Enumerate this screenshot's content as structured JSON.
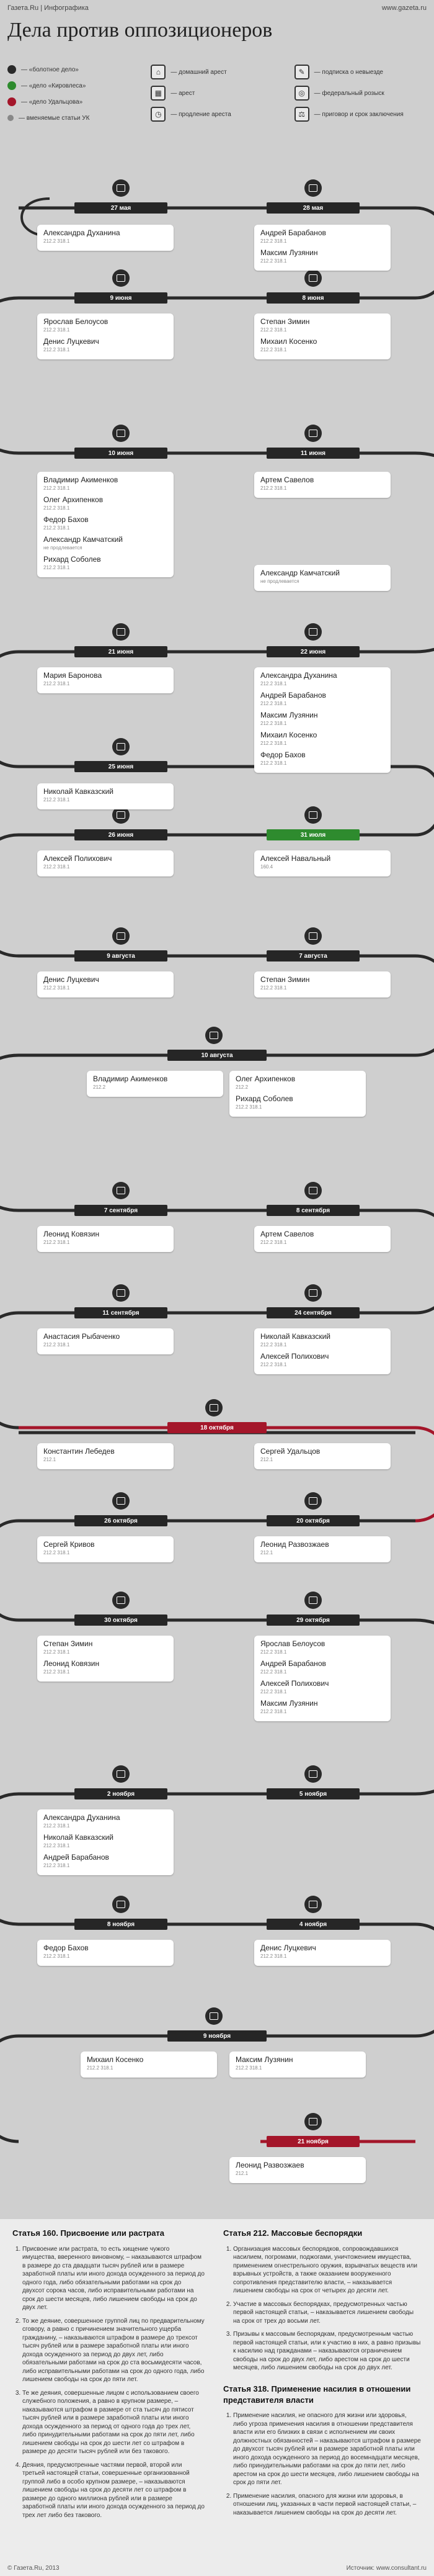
{
  "header": {
    "brand": "Газета.Ru | Инфографика",
    "site": "www.gazeta.ru",
    "title": "Дела против оппозиционеров"
  },
  "legend": {
    "status": [
      {
        "label": "— «болотное дело»",
        "color": "#2a2a2a"
      },
      {
        "label": "— «дело «Кировлеса»",
        "color": "#2e8b2e"
      },
      {
        "label": "— «дело Удальцова»",
        "color": "#a4162a"
      },
      {
        "label": "— вменяемые статьи УК",
        "color": "#888888"
      }
    ],
    "events": [
      {
        "label": "— домашний арест",
        "icon": "house-icon"
      },
      {
        "label": "— арест",
        "icon": "lock-icon"
      },
      {
        "label": "— продление ареста",
        "icon": "lock-clock-icon"
      }
    ],
    "measures": [
      {
        "label": "— подписка о невыезде",
        "icon": "document-icon"
      },
      {
        "label": "— федеральный розыск",
        "icon": "target-icon"
      },
      {
        "label": "— приговор и срок заключения",
        "icon": "gavel-icon"
      }
    ]
  },
  "colors": {
    "black": "#2a2a2a",
    "green": "#2e8b2e",
    "red": "#a4162a"
  },
  "dates": [
    {
      "label": "27 мая",
      "color": "black"
    },
    {
      "label": "28 мая",
      "color": "black"
    },
    {
      "label": "9 июня",
      "color": "black"
    },
    {
      "label": "8 июня",
      "color": "black"
    },
    {
      "label": "10 июня",
      "color": "black"
    },
    {
      "label": "11 июня",
      "color": "black"
    },
    {
      "label": "21 июня",
      "color": "black"
    },
    {
      "label": "22 июня",
      "color": "black"
    },
    {
      "label": "25 июня",
      "color": "black"
    },
    {
      "label": "26 июня",
      "color": "black"
    },
    {
      "label": "31 июля",
      "color": "green"
    },
    {
      "label": "9 августа",
      "color": "black"
    },
    {
      "label": "7 августа",
      "color": "black"
    },
    {
      "label": "10 августа",
      "color": "black"
    },
    {
      "label": "7 сентября",
      "color": "black"
    },
    {
      "label": "8 сентября",
      "color": "black"
    },
    {
      "label": "11 сентября",
      "color": "black"
    },
    {
      "label": "24 сентября",
      "color": "black"
    },
    {
      "label": "18 октября",
      "color": "red"
    },
    {
      "label": "26 октября",
      "color": "black"
    },
    {
      "label": "20 октября",
      "color": "black"
    },
    {
      "label": "30 октября",
      "color": "black"
    },
    {
      "label": "29 октября",
      "color": "black"
    },
    {
      "label": "2 ноября",
      "color": "black"
    },
    {
      "label": "5 ноября",
      "color": "black"
    },
    {
      "label": "8 ноября",
      "color": "black"
    },
    {
      "label": "4 ноября",
      "color": "black"
    },
    {
      "label": "9 ноября",
      "color": "black"
    },
    {
      "label": "21 ноября",
      "color": "red"
    }
  ],
  "cards": [
    {
      "people": [
        {
          "name": "Александра Духанина",
          "meta": "212.2   318.1"
        }
      ]
    },
    {
      "people": [
        {
          "name": "Андрей Барабанов",
          "meta": "212.2   318.1"
        },
        {
          "name": "Максим Лузянин",
          "meta": "212.2   318.1"
        }
      ]
    },
    {
      "people": [
        {
          "name": "Ярослав Белоусов",
          "meta": "212.2   318.1"
        },
        {
          "name": "Денис Луцкевич",
          "meta": "212.2   318.1"
        }
      ]
    },
    {
      "people": [
        {
          "name": "Степан Зимин",
          "meta": "212.2   318.1"
        },
        {
          "name": "Михаил Косенко",
          "meta": "212.2   318.1"
        }
      ]
    },
    {
      "people": [
        {
          "name": "Владимир Акименков",
          "meta": "212.2   318.1"
        },
        {
          "name": "Олег Архипенков",
          "meta": "212.2   318.1"
        },
        {
          "name": "Федор Бахов",
          "meta": "212.2   318.1"
        },
        {
          "name": "Александр Камчатский",
          "meta": "не продлевается"
        },
        {
          "name": "Рихард Соболев",
          "meta": "212.2   318.1"
        }
      ]
    },
    {
      "people": [
        {
          "name": "Артем Савелов",
          "meta": "212.2   318.1"
        }
      ]
    },
    {
      "people": [
        {
          "name": "Александр Камчатский",
          "meta": "не продлевается"
        }
      ]
    },
    {
      "people": [
        {
          "name": "Мария Баронова",
          "meta": "212.2   318.1"
        }
      ]
    },
    {
      "people": [
        {
          "name": "Александра Духанина",
          "meta": "212.2   318.1"
        },
        {
          "name": "Андрей Барабанов",
          "meta": "212.2   318.1"
        },
        {
          "name": "Максим Лузянин",
          "meta": "212.2   318.1"
        },
        {
          "name": "Михаил Косенко",
          "meta": "212.2   318.1"
        },
        {
          "name": "Федор Бахов",
          "meta": "212.2   318.1"
        }
      ]
    },
    {
      "people": [
        {
          "name": "Николай Кавказский",
          "meta": "212.2   318.1"
        }
      ]
    },
    {
      "people": [
        {
          "name": "Алексей Полихович",
          "meta": "212.2   318.1"
        }
      ]
    },
    {
      "people": [
        {
          "name": "Алексей Навальный",
          "meta": "160.4"
        }
      ]
    },
    {
      "people": [
        {
          "name": "Денис Луцкевич",
          "meta": "212.2   318.1"
        }
      ]
    },
    {
      "people": [
        {
          "name": "Степан Зимин",
          "meta": "212.2   318.1"
        }
      ]
    },
    {
      "people": [
        {
          "name": "Владимир Акименков",
          "meta": "212.2"
        }
      ]
    },
    {
      "people": [
        {
          "name": "Олег Архипенков",
          "meta": "212.2"
        },
        {
          "name": "Рихард Соболев",
          "meta": "212.2   318.1"
        }
      ]
    },
    {
      "people": [
        {
          "name": "Леонид Ковязин",
          "meta": "212.2   318.1"
        }
      ]
    },
    {
      "people": [
        {
          "name": "Артем Савелов",
          "meta": "212.2   318.1"
        }
      ]
    },
    {
      "people": [
        {
          "name": "Анастасия Рыбаченко",
          "meta": "212.2   318.1"
        }
      ]
    },
    {
      "people": [
        {
          "name": "Николай Кавказский",
          "meta": "212.2   318.1"
        },
        {
          "name": "Алексей Полихович",
          "meta": "212.2   318.1"
        }
      ]
    },
    {
      "people": [
        {
          "name": "Константин Лебедев",
          "meta": "212.1"
        }
      ]
    },
    {
      "people": [
        {
          "name": "Сергей Удальцов",
          "meta": "212.1"
        }
      ]
    },
    {
      "people": [
        {
          "name": "Сергей Кривов",
          "meta": "212.2   318.1"
        }
      ]
    },
    {
      "people": [
        {
          "name": "Леонид Развозжаев",
          "meta": "212.1"
        }
      ]
    },
    {
      "people": [
        {
          "name": "Степан Зимин",
          "meta": "212.2   318.1"
        },
        {
          "name": "Леонид Ковязин",
          "meta": "212.2   318.1"
        }
      ]
    },
    {
      "people": [
        {
          "name": "Ярослав Белоусов",
          "meta": "212.2   318.1"
        },
        {
          "name": "Андрей Барабанов",
          "meta": "212.2   318.1"
        },
        {
          "name": "Алексей Полихович",
          "meta": "212.2   318.1"
        },
        {
          "name": "Максим Лузянин",
          "meta": "212.2   318.1"
        }
      ]
    },
    {
      "people": [
        {
          "name": "Александра Духанина",
          "meta": "212.2   318.1"
        },
        {
          "name": "Николай Кавказский",
          "meta": "212.2   318.1"
        },
        {
          "name": "Андрей Барабанов",
          "meta": "212.2   318.1"
        }
      ]
    },
    {
      "people": [
        {
          "name": "Федор Бахов",
          "meta": "212.2   318.1"
        }
      ]
    },
    {
      "people": [
        {
          "name": "Денис Луцкевич",
          "meta": "212.2   318.1"
        }
      ]
    },
    {
      "people": [
        {
          "name": "Михаил Косенко",
          "meta": "212.2   318.1"
        }
      ]
    },
    {
      "people": [
        {
          "name": "Максим Лузянин",
          "meta": "212.2   318.1"
        }
      ]
    },
    {
      "people": [
        {
          "name": "Леонид Развозжаев",
          "meta": "212.1"
        }
      ]
    }
  ],
  "articles": {
    "a160": {
      "title": "Статья 160. Присвоение или растрата",
      "items": [
        "Присвоение или растрата, то есть хищение чужого имущества, вверенного виновному, – наказываются штрафом в размере до ста двадцати тысяч рублей или в размере заработной платы или иного дохода осужденного за период до одного года, либо обязательными работами на срок до двухсот сорока часов, либо исправительными работами на срок до шести месяцев, либо лишением свободы на срок до двух лет.",
        "То же деяние, совершенное группой лиц по предварительному сговору, а равно с причинением значительного ущерба гражданину, – наказываются штрафом в размере до трехсот тысяч рублей или в размере заработной платы или иного дохода осужденного за период до двух лет, либо обязательными работами на срок до ста восьмидесяти часов, либо исправительными работами на срок до одного года, либо лишением свободы на срок до пяти лет.",
        "Те же деяния, совершенные лицом с использованием своего служебного положения, а равно в крупном размере, – наказываются штрафом в размере от ста тысяч до пятисот тысяч рублей или в размере заработной платы или иного дохода осужденного за период от одного года до трех лет, либо принудительными работами на срок до пяти лет, либо лишением свободы на срок до шести лет со штрафом в размере до десяти тысяч рублей или без такового.",
        "Деяния, предусмотренные частями первой, второй или третьей настоящей статьи, совершенные организованной группой либо в особо крупном размере, – наказываются лишением свободы на срок до десяти лет со штрафом в размере до одного миллиона рублей или в размере заработной платы или иного дохода осужденного за период до трех лет либо без такового."
      ]
    },
    "a212": {
      "title": "Статья 212. Массовые беспорядки",
      "items": [
        "Организация массовых беспорядков, сопровождавшихся насилием, погромами, поджогами, уничтожением имущества, применением огнестрельного оружия, взрывчатых веществ или взрывных устройств, а также оказанием вооруженного сопротивления представителю власти, – наказывается лишением свободы на срок от четырех до десяти лет.",
        "Участие в массовых беспорядках, предусмотренных частью первой настоящей статьи, – наказывается лишением свободы на срок от трех до восьми лет.",
        "Призывы к массовым беспорядкам, предусмотренным частью первой настоящей статьи, или к участию в них, а равно призывы к насилию над гражданами – наказываются ограничением свободы на срок до двух лет, либо арестом на срок до шести месяцев, либо лишением свободы на срок до двух лет."
      ]
    },
    "a318": {
      "title": "Статья 318. Применение насилия в отношении представителя власти",
      "items": [
        "Применение насилия, не опасного для жизни или здоровья, либо угроза применения насилия в отношении представителя власти или его близких в связи с исполнением им своих должностных обязанностей – наказываются штрафом в размере до двухсот тысяч рублей или в размере заработной платы или иного дохода осужденного за период до восемнадцати месяцев, либо принудительными работами на срок до пяти лет, либо арестом на срок до шести месяцев, либо лишением свободы на срок до пяти лет.",
        "Применение насилия, опасного для жизни или здоровья, в отношении лиц, указанных в части первой настоящей статьи, – наказывается лишением свободы на срок до десяти лет."
      ]
    }
  },
  "footer": {
    "copyright": "© Газета.Ru, 2013",
    "sources": "Источник: www.consultant.ru"
  }
}
